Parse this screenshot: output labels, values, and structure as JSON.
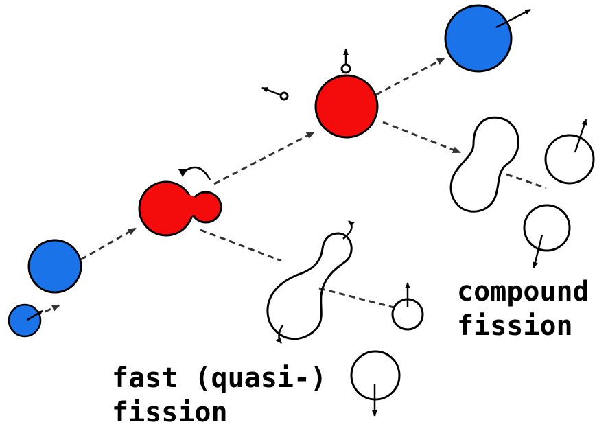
{
  "labels": {
    "fast_line1": "fast (quasi-)",
    "fast_line2": "fission",
    "compound_line1": "compound",
    "compound_line2": "fission"
  },
  "colors": {
    "blue": "#1a73e8",
    "red": "#f40b0b",
    "outline": "#000000",
    "path": "#333333"
  }
}
